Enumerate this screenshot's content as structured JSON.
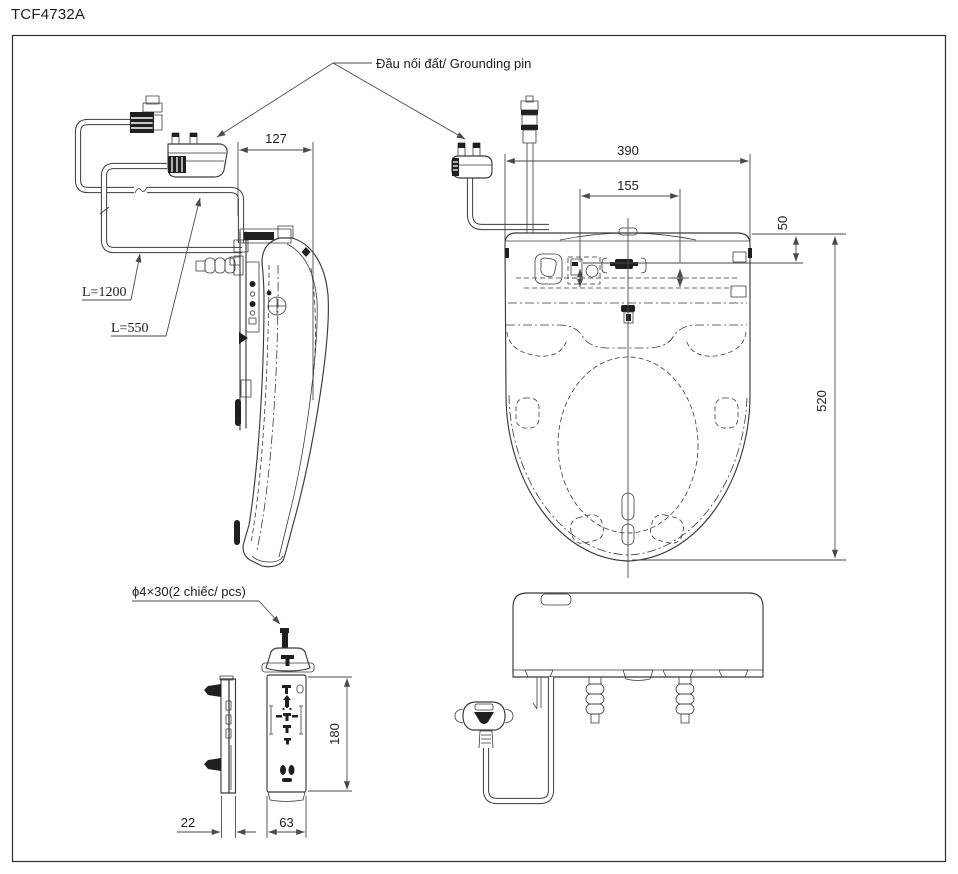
{
  "title": "TCF4732A",
  "annotations": {
    "grounding_pin": "Đầu nối đất/ Grounding pin",
    "hose_length_long": "L=1200",
    "hose_length_short": "L=550",
    "screw_spec": "ϕ4×30(2 chiếc/ pcs)"
  },
  "dimensions_mm": {
    "side_depth": "127",
    "top_width": "390",
    "mount_hole_pitch": "155",
    "rear_edge_offset": "50",
    "overall_length": "520",
    "remote_thickness": "22",
    "remote_width": "63",
    "remote_height": "180"
  },
  "colors": {
    "line": "#3a3a3a",
    "dimension_line": "#4a4a4a",
    "background": "#ffffff",
    "dark_fill": "#1f1f1f"
  }
}
